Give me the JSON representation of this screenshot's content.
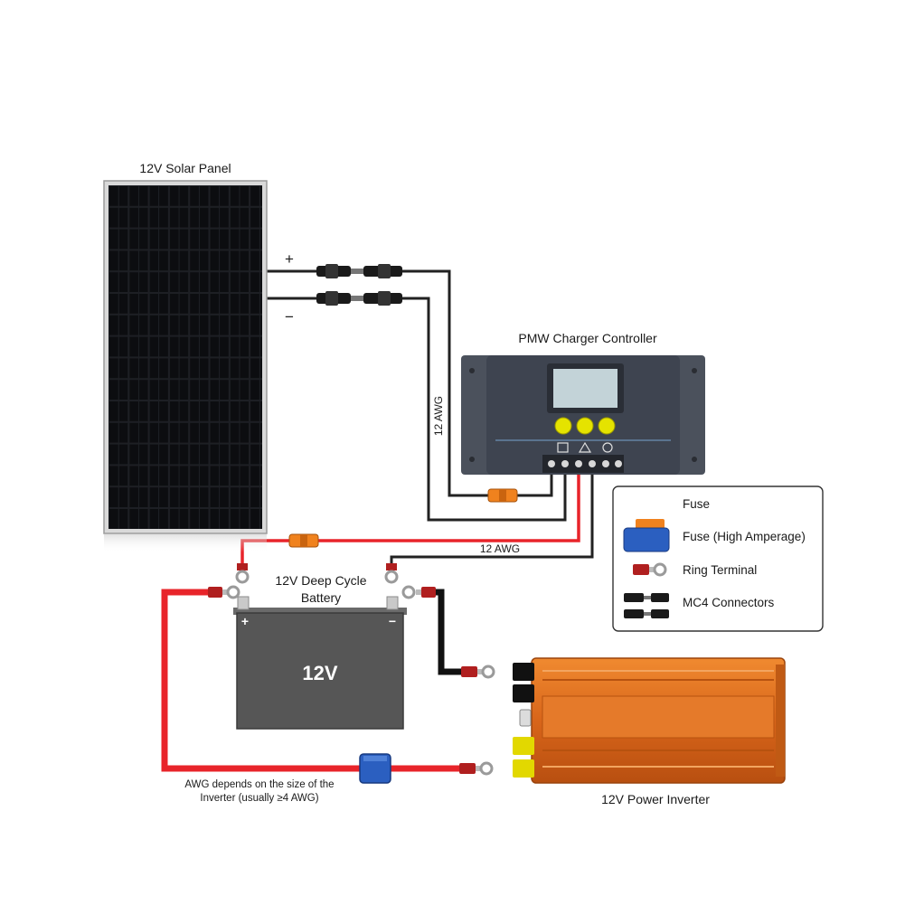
{
  "components": {
    "solar_panel": {
      "label": "12V Solar Panel",
      "plus": "+",
      "minus": "−"
    },
    "controller": {
      "label": "PMW Charger Controller"
    },
    "battery": {
      "label_line1": "12V Deep Cycle",
      "label_line2": "Battery",
      "voltage": "12V",
      "plus": "+",
      "minus": "−"
    },
    "inverter": {
      "label": "12V Power Inverter"
    }
  },
  "wires": {
    "panel_to_controller": "12 AWG",
    "controller_to_battery": "12 AWG",
    "inverter_note_line1": "AWG depends on the size of the",
    "inverter_note_line2": "Inverter (usually ≥4 AWG)"
  },
  "legend": [
    {
      "icon": "fuse",
      "label": "Fuse"
    },
    {
      "icon": "fuse-high-amperage",
      "label": "Fuse (High Amperage)"
    },
    {
      "icon": "ring-terminal",
      "label": "Ring Terminal"
    },
    {
      "icon": "mc4-connectors",
      "label": "MC4 Connectors"
    }
  ],
  "colors": {
    "positive_wire": "#e8242a",
    "negative_wire": "#111111",
    "fuse_orange": "#f0821e",
    "fuse_blue": "#2b5fc0",
    "inverter_orange": "#e0701c",
    "battery_gray": "#565656",
    "controller_dark": "#3e4450"
  }
}
